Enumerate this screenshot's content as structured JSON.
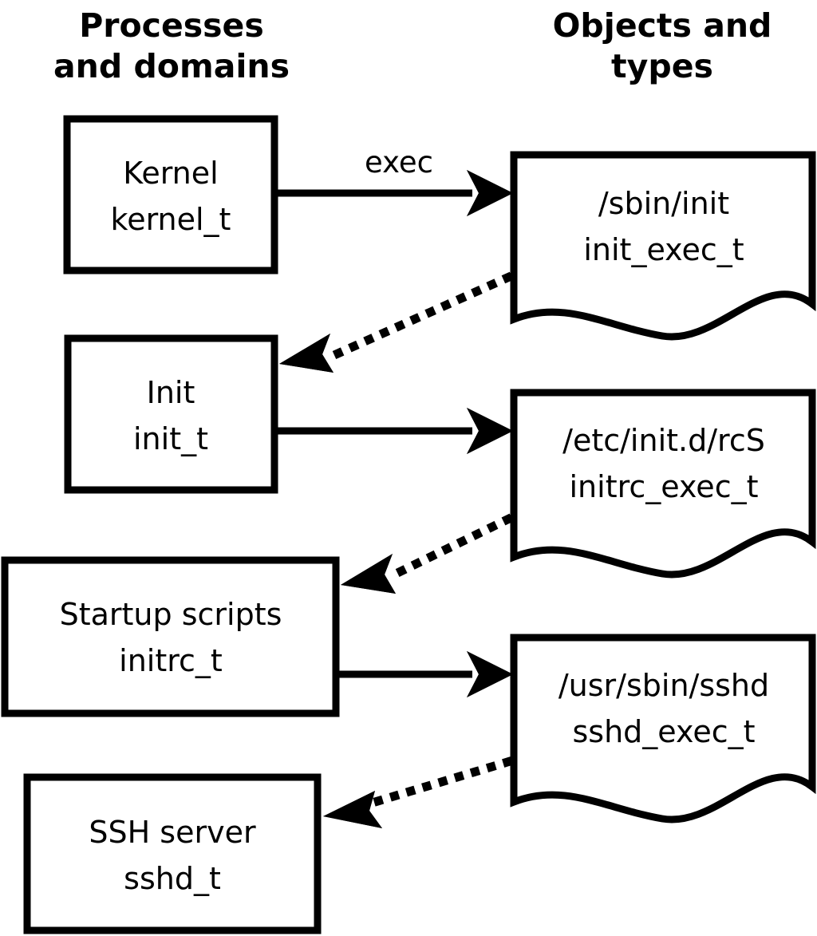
{
  "diagram": {
    "title_columns": [
      {
        "id": "processes",
        "line1": "Processes",
        "line2": "and domains"
      },
      {
        "id": "objects",
        "line1": "Objects and",
        "line2": "types"
      }
    ],
    "process_nodes": [
      {
        "id": "kernel",
        "line1": "Kernel",
        "line2": "kernel_t"
      },
      {
        "id": "init",
        "line1": "Init",
        "line2": "init_t"
      },
      {
        "id": "initrc",
        "line1": "Startup scripts",
        "line2": "initrc_t"
      },
      {
        "id": "sshd",
        "line1": "SSH server",
        "line2": "sshd_t"
      }
    ],
    "object_nodes": [
      {
        "id": "sbin-init",
        "line1": "/sbin/init",
        "line2": "init_exec_t"
      },
      {
        "id": "etc-initd-rcs",
        "line1": "/etc/init.d/rcS",
        "line2": "initrc_exec_t"
      },
      {
        "id": "usr-sbin-sshd",
        "line1": "/usr/sbin/sshd",
        "line2": "sshd_exec_t"
      }
    ],
    "edges": [
      {
        "id": "kernel-exec-init",
        "label": "exec",
        "style": "solid",
        "from": "kernel",
        "to": "sbin-init"
      },
      {
        "id": "initexec-transition-init",
        "label": "",
        "style": "dotted",
        "from": "sbin-init",
        "to": "init"
      },
      {
        "id": "init-exec-rcs",
        "label": "",
        "style": "solid",
        "from": "init",
        "to": "etc-initd-rcs"
      },
      {
        "id": "initrcexec-transition-initrc",
        "label": "",
        "style": "dotted",
        "from": "etc-initd-rcs",
        "to": "initrc"
      },
      {
        "id": "initrc-exec-sshd",
        "label": "",
        "style": "solid",
        "from": "initrc",
        "to": "usr-sbin-sshd"
      },
      {
        "id": "sshdexec-transition-sshd",
        "label": "",
        "style": "dotted",
        "from": "usr-sbin-sshd",
        "to": "sshd"
      }
    ],
    "colors": {
      "stroke": "#000000",
      "background": "#ffffff",
      "text": "#000000"
    }
  }
}
